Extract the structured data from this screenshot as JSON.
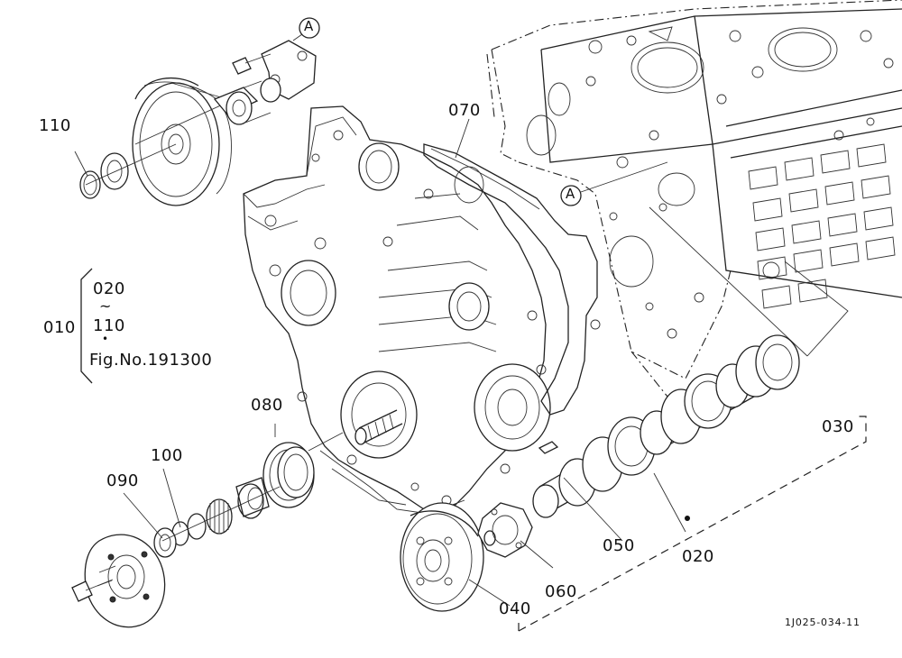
{
  "parts": {
    "p110": "110",
    "p070": "070",
    "p010": "010",
    "p080": "080",
    "p100": "100",
    "p090": "090",
    "p030": "030",
    "p050": "050",
    "p020": "020",
    "p060": "060",
    "p040": "040"
  },
  "group": {
    "start": "020",
    "tilde": "~",
    "end": "110",
    "dot": "•",
    "fig_ref": "Fig.No.191300"
  },
  "marker": "A",
  "drawing_id": "1J025-034-11"
}
